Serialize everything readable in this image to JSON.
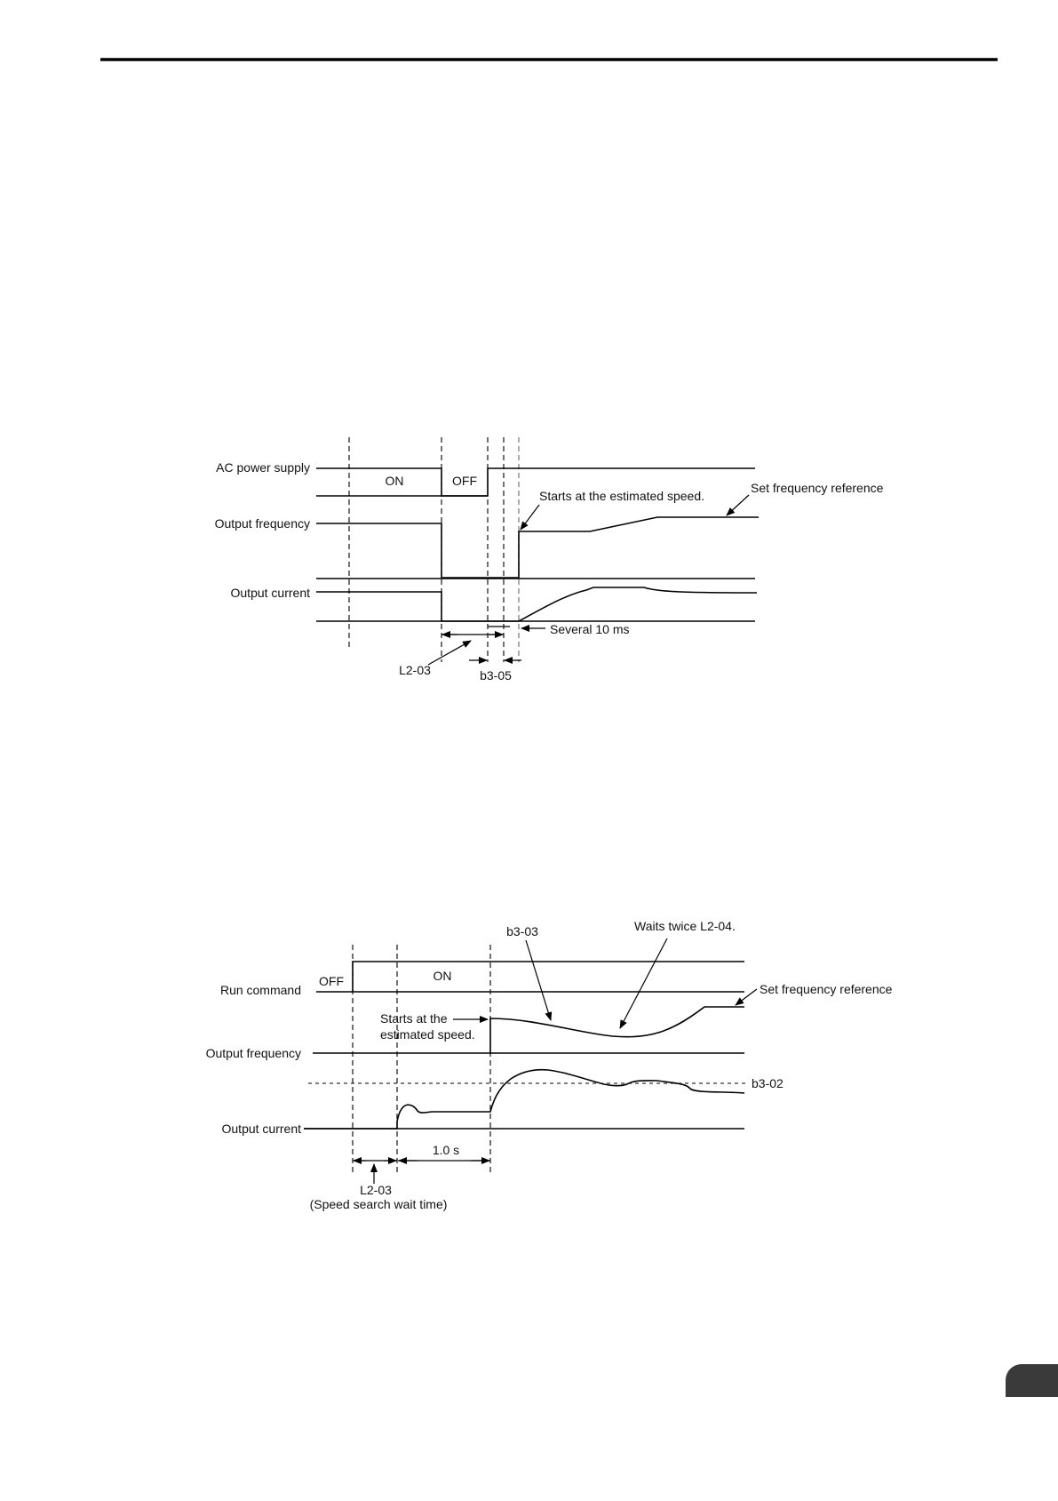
{
  "diagram1": {
    "signals": [
      "AC power supply",
      "Output frequency",
      "Output current"
    ],
    "state_on": "ON",
    "state_off": "OFF",
    "note_starts": "Starts at the estimated speed.",
    "note_setfreq": "Set frequency reference",
    "note_several": "Several 10 ms",
    "param_l203": "L2-03",
    "param_b305": "b3-05"
  },
  "diagram2": {
    "signals": [
      "Run command",
      "Output frequency",
      "Output current"
    ],
    "state_off": "OFF",
    "state_on": "ON",
    "param_b303": "b3-03",
    "note_waits": "Waits twice L2-04.",
    "note_setfreq": "Set frequency reference",
    "note_starts_1": "Starts at the",
    "note_starts_2": "estimated speed.",
    "param_b302": "b3-02",
    "time_1s": "1.0 s",
    "param_l203": "L2-03",
    "note_wait": "(Speed search wait time)"
  }
}
